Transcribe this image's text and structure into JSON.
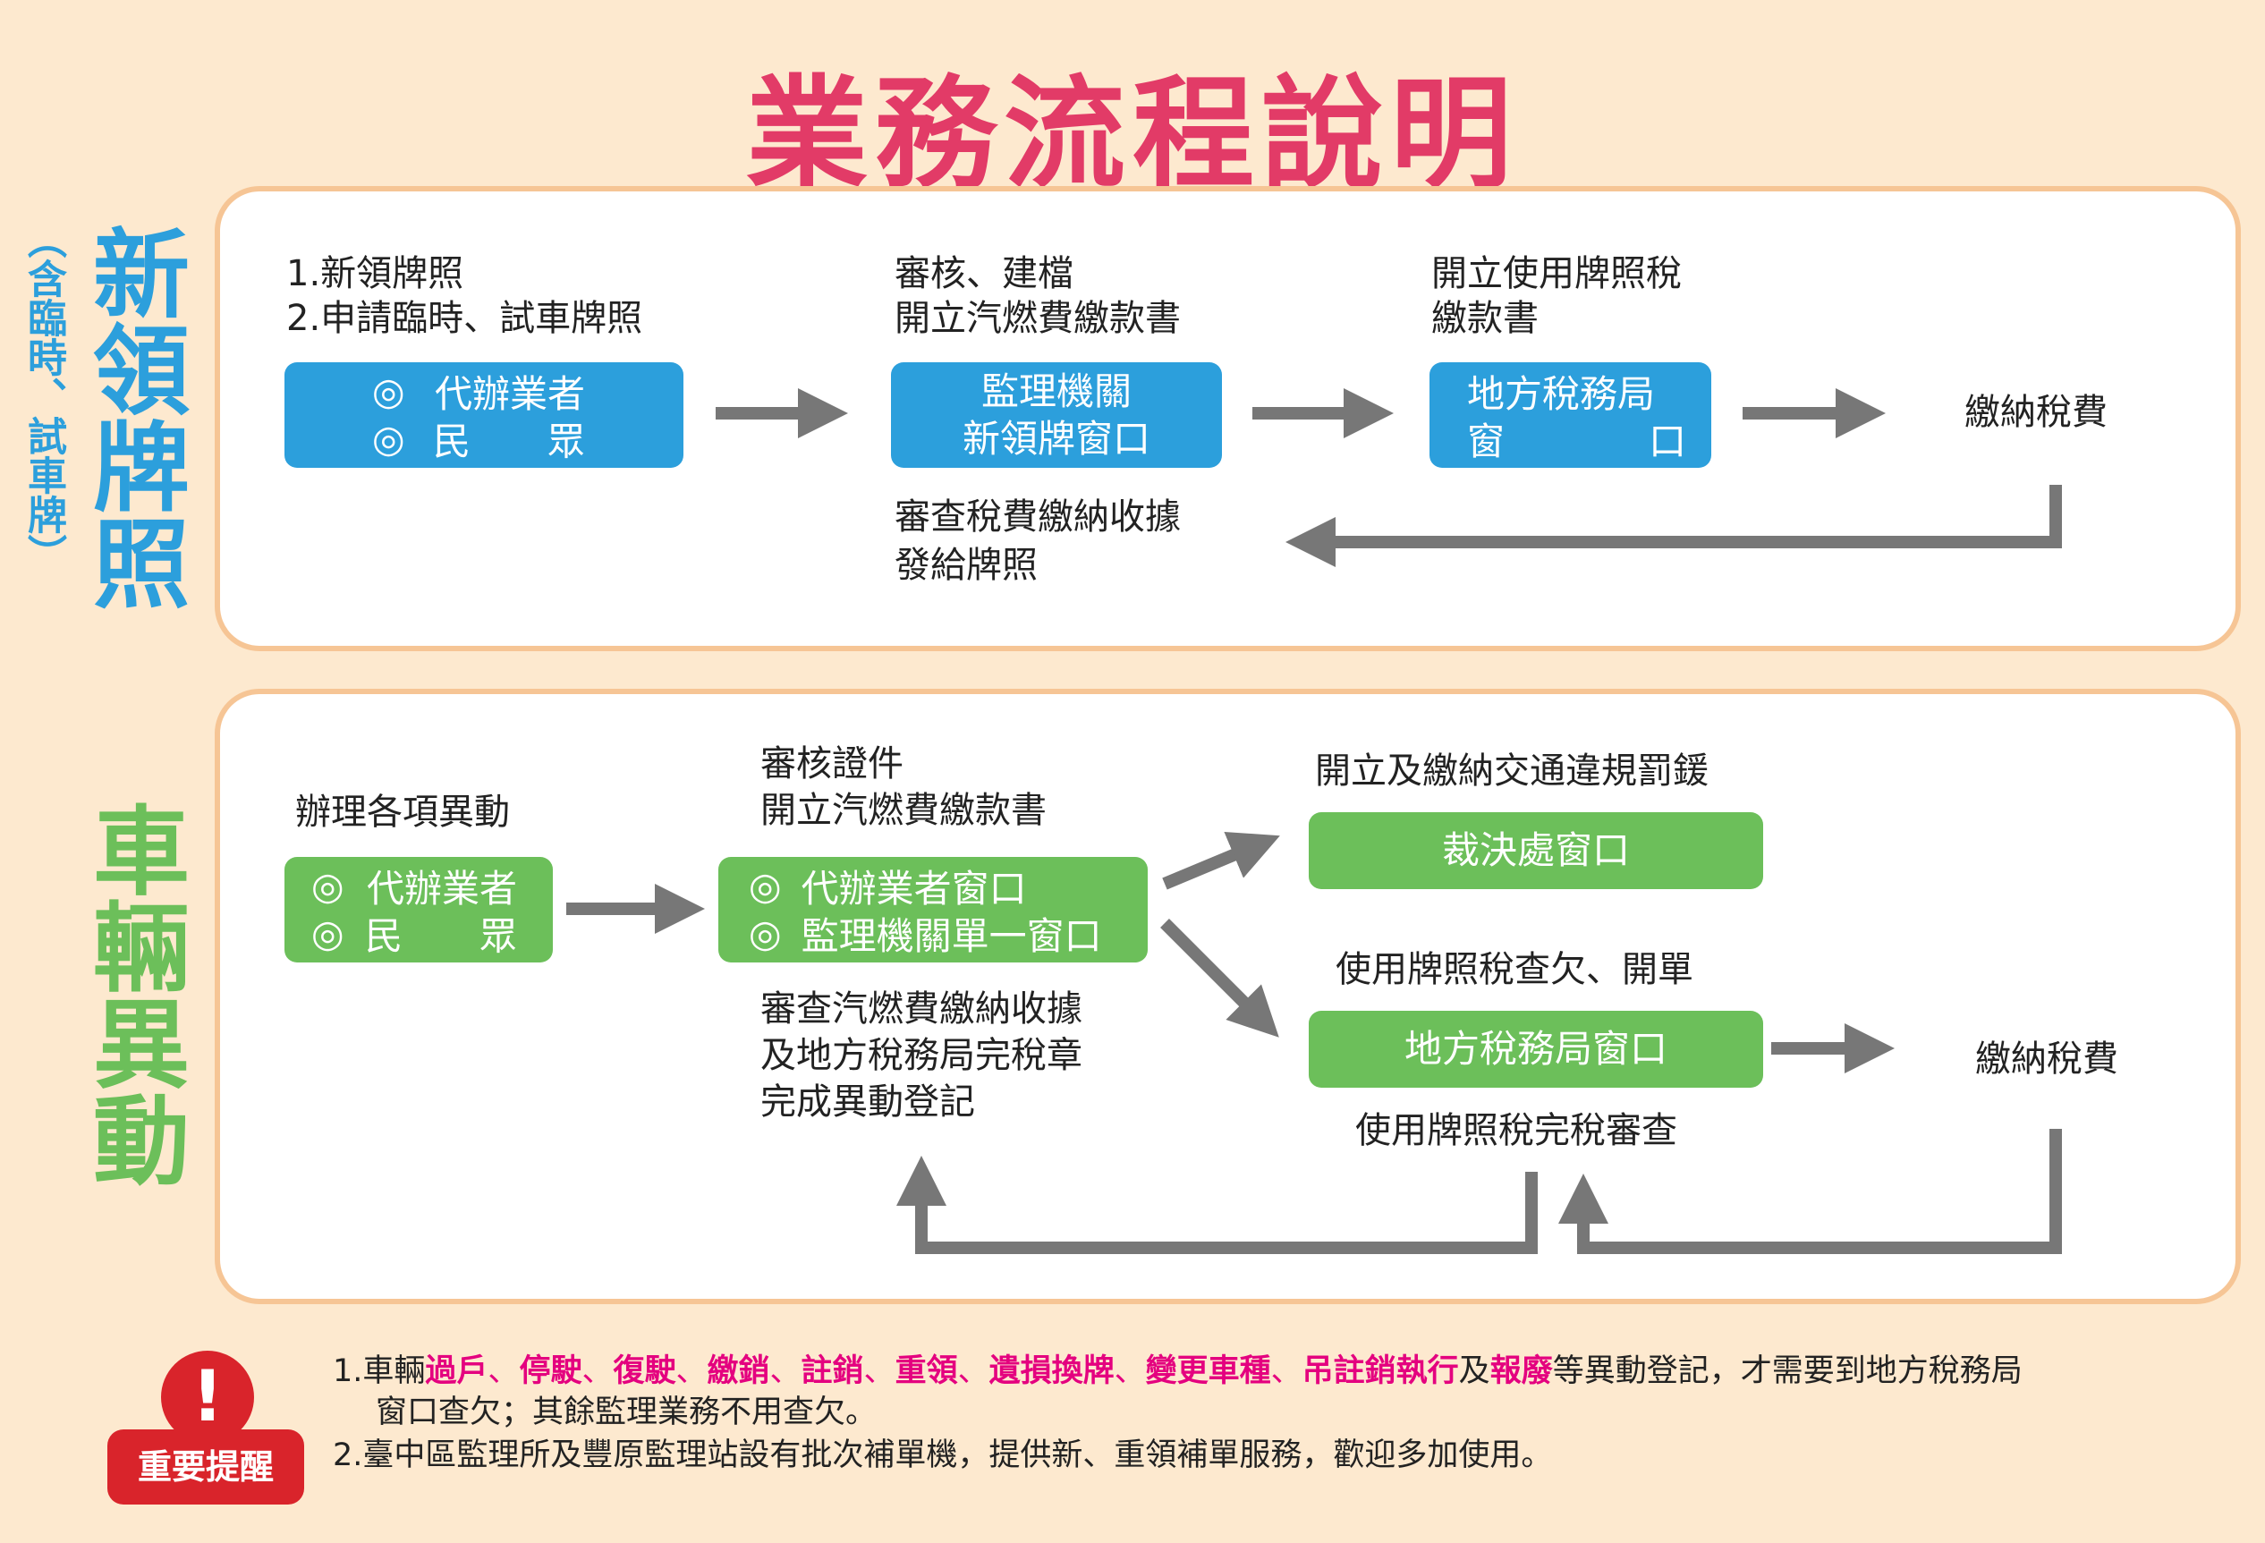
{
  "title": "業務流程說明",
  "colors": {
    "title": "#e23b67",
    "panel_border": "#f6c595",
    "background": "#fde9cf",
    "blue_box": "#2c9fdc",
    "green_box": "#6cbf5a",
    "green_label": "#6cbf5a",
    "blue_label": "#2c9fdc",
    "arrow": "#777777",
    "highlight": "#e4007f",
    "alert_red": "#d9242b"
  },
  "new_plate": {
    "label": "新領牌照",
    "sublabel": "（含臨時、試車牌）",
    "step1_text": [
      "1.新領牌照",
      "2.申請臨時、試車牌照"
    ],
    "step1_box": [
      [
        "◎",
        "代辦業者"
      ],
      [
        "◎",
        "民",
        "眾"
      ]
    ],
    "step2_text": [
      "審核、建檔",
      "開立汽燃費繳款書"
    ],
    "step2_box": [
      "監理機關",
      "新領牌窗口"
    ],
    "step3_text": [
      "開立使用牌照稅",
      "繳款書"
    ],
    "step3_box": [
      [
        "地方稅務局"
      ],
      [
        "窗",
        "口"
      ]
    ],
    "step4": "繳納稅費",
    "return_text": [
      "審查稅費繳納收據",
      "發給牌照"
    ]
  },
  "vehicle_change": {
    "label": "車輛異動",
    "step1_text": "辦理各項異動",
    "step1_box": [
      [
        "◎",
        "代辦業者"
      ],
      [
        "◎",
        "民",
        "眾"
      ]
    ],
    "step2_text": [
      "審核證件",
      "開立汽燃費繳款書"
    ],
    "step2_box": [
      [
        "◎",
        "代辦業者窗口"
      ],
      [
        "◎",
        "監理機關單一窗口"
      ]
    ],
    "step2_after": [
      "審查汽燃費繳納收據",
      "及地方稅務局完稅章",
      "完成異動登記"
    ],
    "upper_text": "開立及繳納交通違規罰鍰",
    "upper_box": "裁決處窗口",
    "lower_text": "使用牌照稅查欠、開單",
    "lower_box": "地方稅務局窗口",
    "lower_after": "使用牌照稅完稅審查",
    "pay": "繳納稅費"
  },
  "reminder": {
    "badge": "重要提醒",
    "note1_prefix": "1.車輛",
    "note1_items": [
      "過戶",
      "停駛",
      "復駛",
      "繳銷",
      "註銷",
      "重領",
      "遺損換牌",
      "變更車種",
      "吊註銷執行"
    ],
    "note1_sep": "、",
    "note1_and": "及",
    "note1_last": "報廢",
    "note1_suffix": "等異動登記，才需要到地方稅務局",
    "note1_line2": "窗口查欠；其餘監理業務不用查欠。",
    "note2": "2.臺中區監理所及豐原監理站設有批次補單機，提供新、重領補單服務，歡迎多加使用。"
  }
}
